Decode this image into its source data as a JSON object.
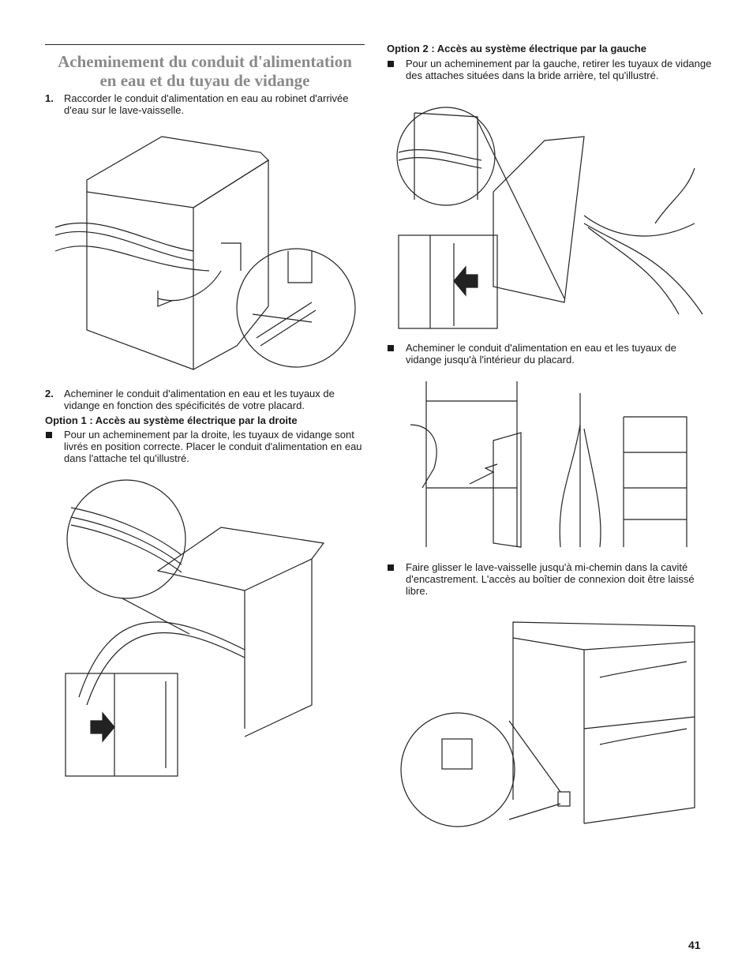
{
  "title_line1": "Acheminement du conduit d'alimentation",
  "title_line2": "en eau et du tuyau de vidange",
  "steps": [
    {
      "num": "1.",
      "text": "Raccorder le conduit d'alimentation en eau au robinet d'arrivée d'eau sur le lave-vaisselle."
    },
    {
      "num": "2.",
      "text": "Acheminer le conduit d'alimentation en eau et les tuyaux de vidange en fonction des spécificités de votre placard."
    }
  ],
  "option1": {
    "heading": "Option 1 : Accès au système électrique par la droite",
    "bullet": "Pour un acheminement par la droite, les tuyaux de vidange sont livrés en position correcte. Placer le conduit d'alimentation en eau dans l'attache tel qu'illustré."
  },
  "option2": {
    "heading": "Option 2 : Accès au système électrique par la gauche",
    "bullets": [
      "Pour un acheminement par la gauche, retirer les tuyaux de vidange des attaches situées dans la bride arrière, tel qu'illustré.",
      "Acheminer le conduit d'alimentation en eau et les tuyaux de vidange jusqu'à l'intérieur du placard.",
      "Faire glisser le lave-vaisselle jusqu'à mi-chemin dans la cavité d'encastrement. L'accès au boîtier de connexion doit être laissé libre."
    ]
  },
  "page_number": "41"
}
